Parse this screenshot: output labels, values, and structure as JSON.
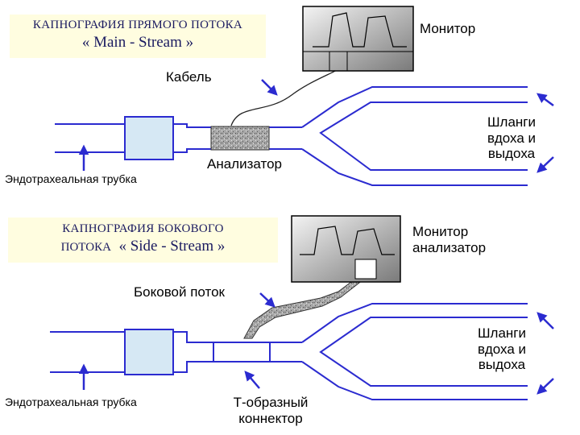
{
  "mainstream": {
    "title_line1": "КАПНОГРАФИЯ ПРЯМОГО ПОТОКА",
    "title_line2": "« Main - Stream »",
    "monitor_label": "Монитор",
    "cable_label": "Кабель",
    "analyzer_label": "Анализатор",
    "hoses_label": [
      "Шланги",
      "вдоха и",
      "выдоха"
    ],
    "tube_label": "Эндотрахеальная трубка"
  },
  "sidestream": {
    "title_line1": "КАПНОГРАФИЯ БОКОВОГО",
    "title_line2_prefix": "ПОТОКА",
    "title_line2_suffix": "« Side - Stream »",
    "monitor_label": [
      "Монитор",
      "анализатор"
    ],
    "side_flow_label": "Боковой поток",
    "hoses_label": [
      "Шланги",
      "вдоха и",
      "выдоха"
    ],
    "tube_label": "Эндотрахеальная трубка",
    "connector_label": [
      "Т-образный",
      "коннектор"
    ]
  },
  "colors": {
    "tube": "#2b2bd0",
    "arrow": "#2b2bd0",
    "filter_fill": "#d6e8f4",
    "box_fill": "#fffde0",
    "box_text": "#1a1a60"
  }
}
